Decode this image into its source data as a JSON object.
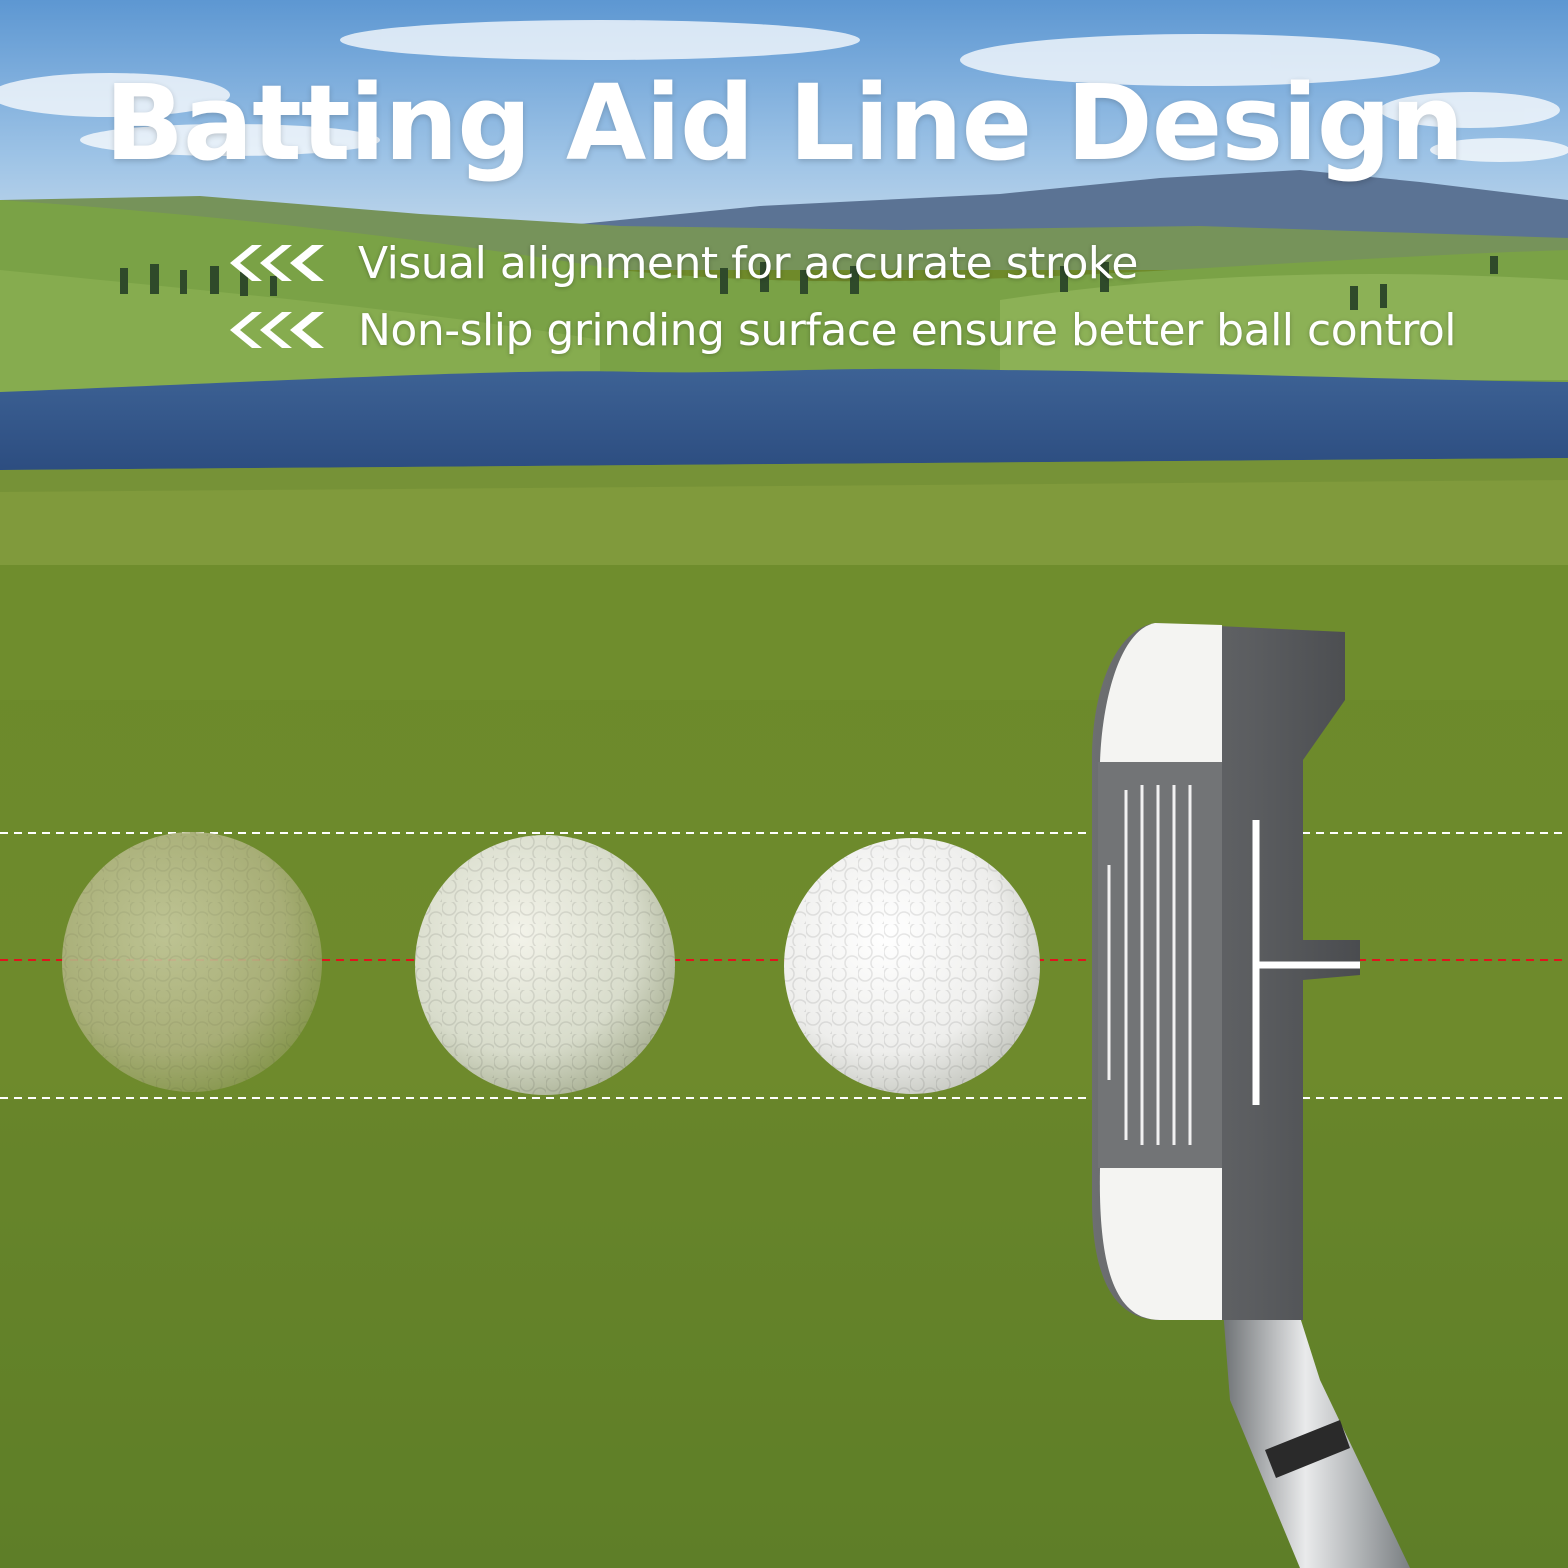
{
  "headline": "Batting Aid Line Design",
  "features": [
    {
      "icon": "triple-chevron-left-icon",
      "text": "Visual alignment for accurate stroke"
    },
    {
      "icon": "triple-chevron-left-icon",
      "text": "Non-slip grinding surface ensure better ball control"
    }
  ],
  "colors": {
    "sky": "#6aa1d6",
    "grass": "#6f8a2a",
    "lake": "#2c4f86",
    "guide_line": "#ffffff",
    "center_line": "#e0141e",
    "putter_body": "#5c5c5c",
    "putter_cap": "#ffffff"
  }
}
